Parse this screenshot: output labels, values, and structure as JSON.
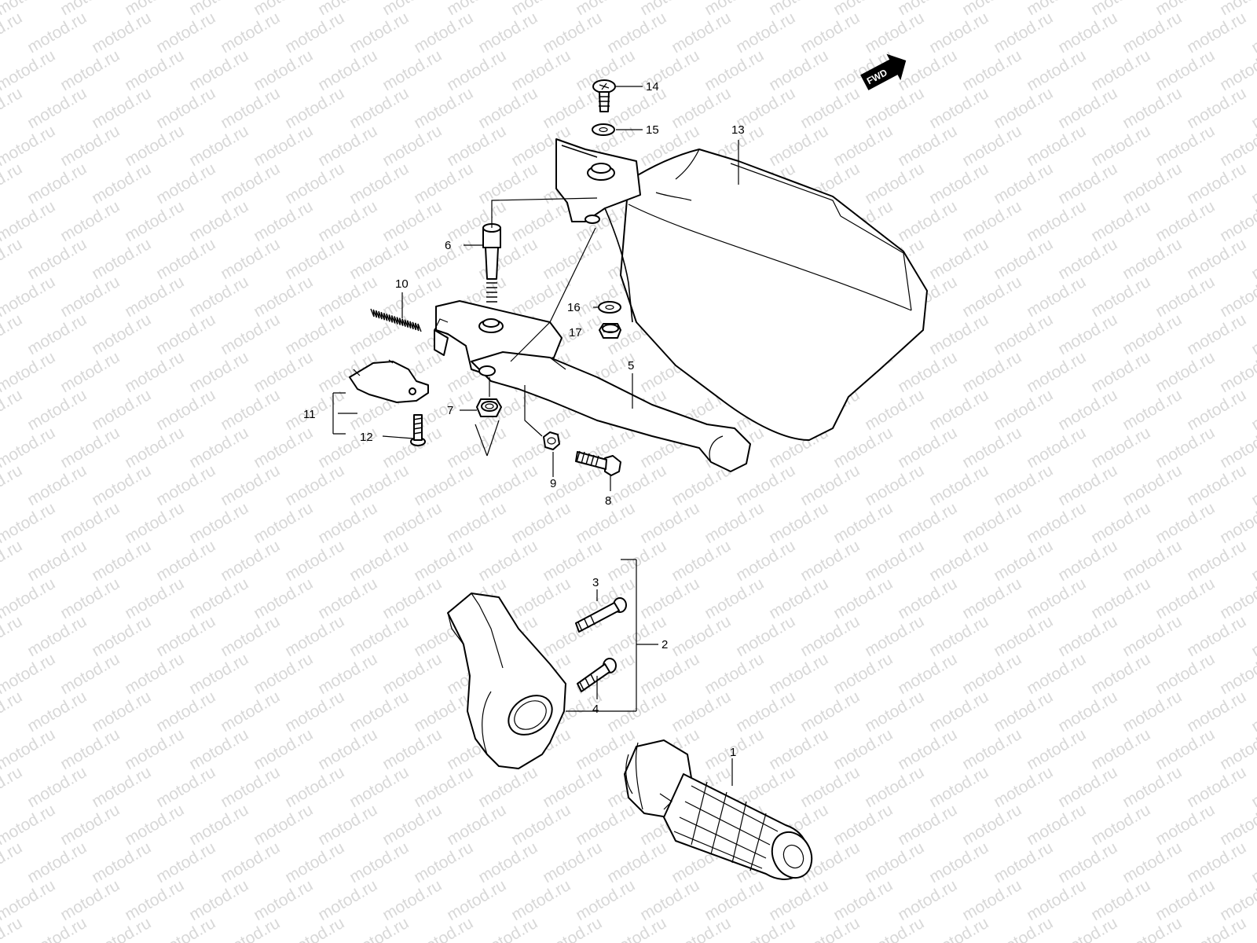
{
  "watermark": "motod.ru",
  "fwd_label": "FWD",
  "callouts": [
    {
      "id": "c1",
      "text": "1"
    },
    {
      "id": "c2",
      "text": "2"
    },
    {
      "id": "c3",
      "text": "3"
    },
    {
      "id": "c4",
      "text": "4"
    },
    {
      "id": "c5",
      "text": "5"
    },
    {
      "id": "c6",
      "text": "6"
    },
    {
      "id": "c7",
      "text": "7"
    },
    {
      "id": "c8",
      "text": "8"
    },
    {
      "id": "c9",
      "text": "9"
    },
    {
      "id": "c10",
      "text": "10"
    },
    {
      "id": "c11",
      "text": "11"
    },
    {
      "id": "c12",
      "text": "12"
    },
    {
      "id": "c13",
      "text": "13"
    },
    {
      "id": "c14",
      "text": "14"
    },
    {
      "id": "c15",
      "text": "15"
    },
    {
      "id": "c16",
      "text": "16"
    },
    {
      "id": "c17",
      "text": "17"
    }
  ],
  "colors": {
    "line": "#000000",
    "watermark": "#d8d8d8",
    "background": "#ffffff"
  }
}
